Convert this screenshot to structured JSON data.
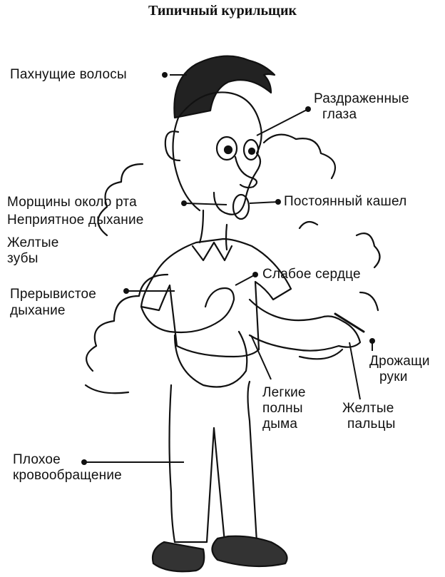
{
  "title": "Типичный курильщик",
  "labels": {
    "hair": "Пахнущие волосы",
    "eyes_1": "Раздраженные",
    "eyes_2": "глаза",
    "wrinkles": "Морщины около рта",
    "cough": "Постоянный кашел",
    "breath": "Неприятное дыхание",
    "teeth_1": "Желтые",
    "teeth_2": "зубы",
    "heart": "Слабое сердце",
    "breathing_1": "Прерывистое",
    "breathing_2": "дыхание",
    "hands_1": "Дрожащи",
    "hands_2": "руки",
    "lungs_1": "Легкие",
    "lungs_2": "полны",
    "lungs_3": "дыма",
    "fingers_1": "Желтые",
    "fingers_2": "пальцы",
    "circulation_1": "Плохое",
    "circulation_2": "кровообращение"
  }
}
